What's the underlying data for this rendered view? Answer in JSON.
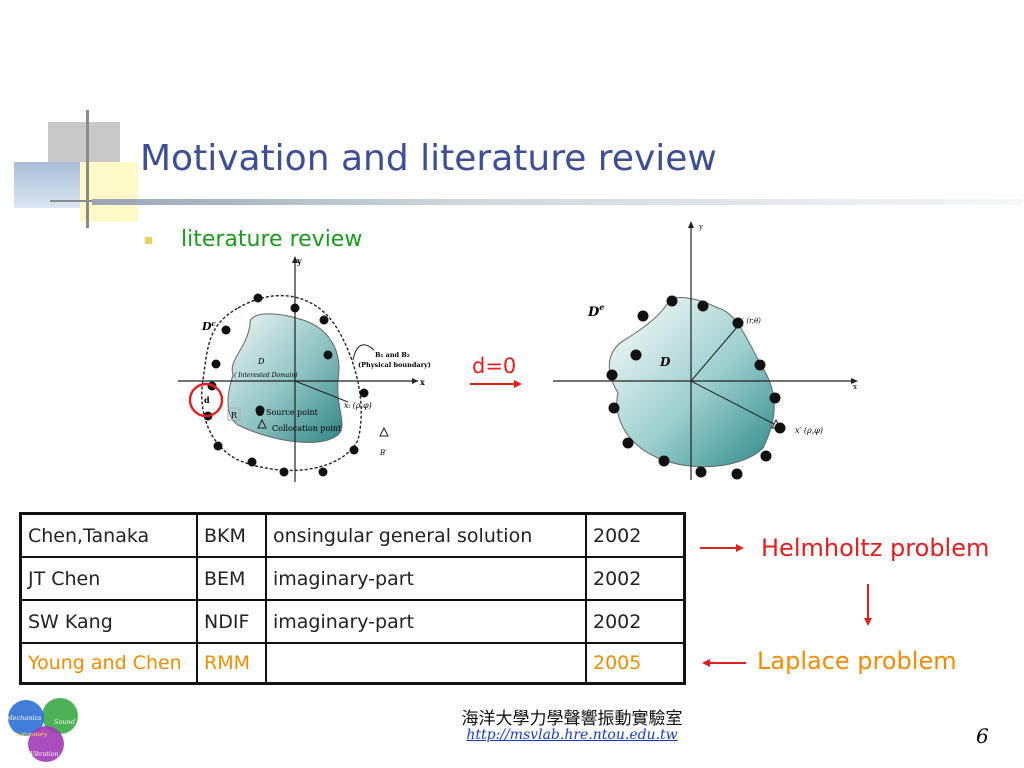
{
  "slide": {
    "title": "Motivation and literature review",
    "bullet": "literature review",
    "page_number": "6"
  },
  "figure_left": {
    "axis_y": "y",
    "axis_x": "x",
    "domain_complement": "D",
    "domain_complement_sup": "c",
    "domain": "D",
    "domain_desc": "( Interested Domain)",
    "boundary_label_1": "B₁ and B₂",
    "boundary_label_2": "(Physical boundary)",
    "point_label": "xᵢ (ρ,φ)",
    "d_label": "d",
    "r_label": "R",
    "legend_source": "Source point",
    "legend_collocation": "Collocation point",
    "b_prime": "B′"
  },
  "figure_right": {
    "axis_y": "y",
    "axis_x": "x",
    "domain_exterior": "D",
    "domain_exterior_sup": "e",
    "domain": "D",
    "source_label": "s′ (r,θ)",
    "collocation_label": "x′ (ρ,φ)"
  },
  "arrow_label": "d=0",
  "table": {
    "rows": [
      {
        "authors": "Chen,Tanaka",
        "method": "BKM",
        "detail": "onsingular general solution",
        "year": "2002"
      },
      {
        "authors": "JT Chen",
        "method": "BEM",
        "detail": "imaginary-part",
        "year": "2002"
      },
      {
        "authors": "SW Kang",
        "method": "NDIF",
        "detail": "imaginary-part",
        "year": "2002"
      },
      {
        "authors": "Young and Chen",
        "method": "RMM",
        "detail": "",
        "year": "2005"
      }
    ]
  },
  "labels": {
    "helmholtz": "Helmholtz problem",
    "laplace": "Laplace problem"
  },
  "footer": {
    "lab_name": "海洋大學力學聲響振動實驗室",
    "url": "http://msvlab.hre.ntou.edu.tw"
  },
  "logo": {
    "word_1": "Mechanics",
    "word_2": "Sound",
    "word_3": "Laboratory",
    "word_4": "Vibration"
  },
  "colors": {
    "title": "#3c4e96",
    "bullet_text": "#1a9a1a",
    "red": "#e02020",
    "orange": "#f08c00",
    "link": "#1a3bbf"
  }
}
